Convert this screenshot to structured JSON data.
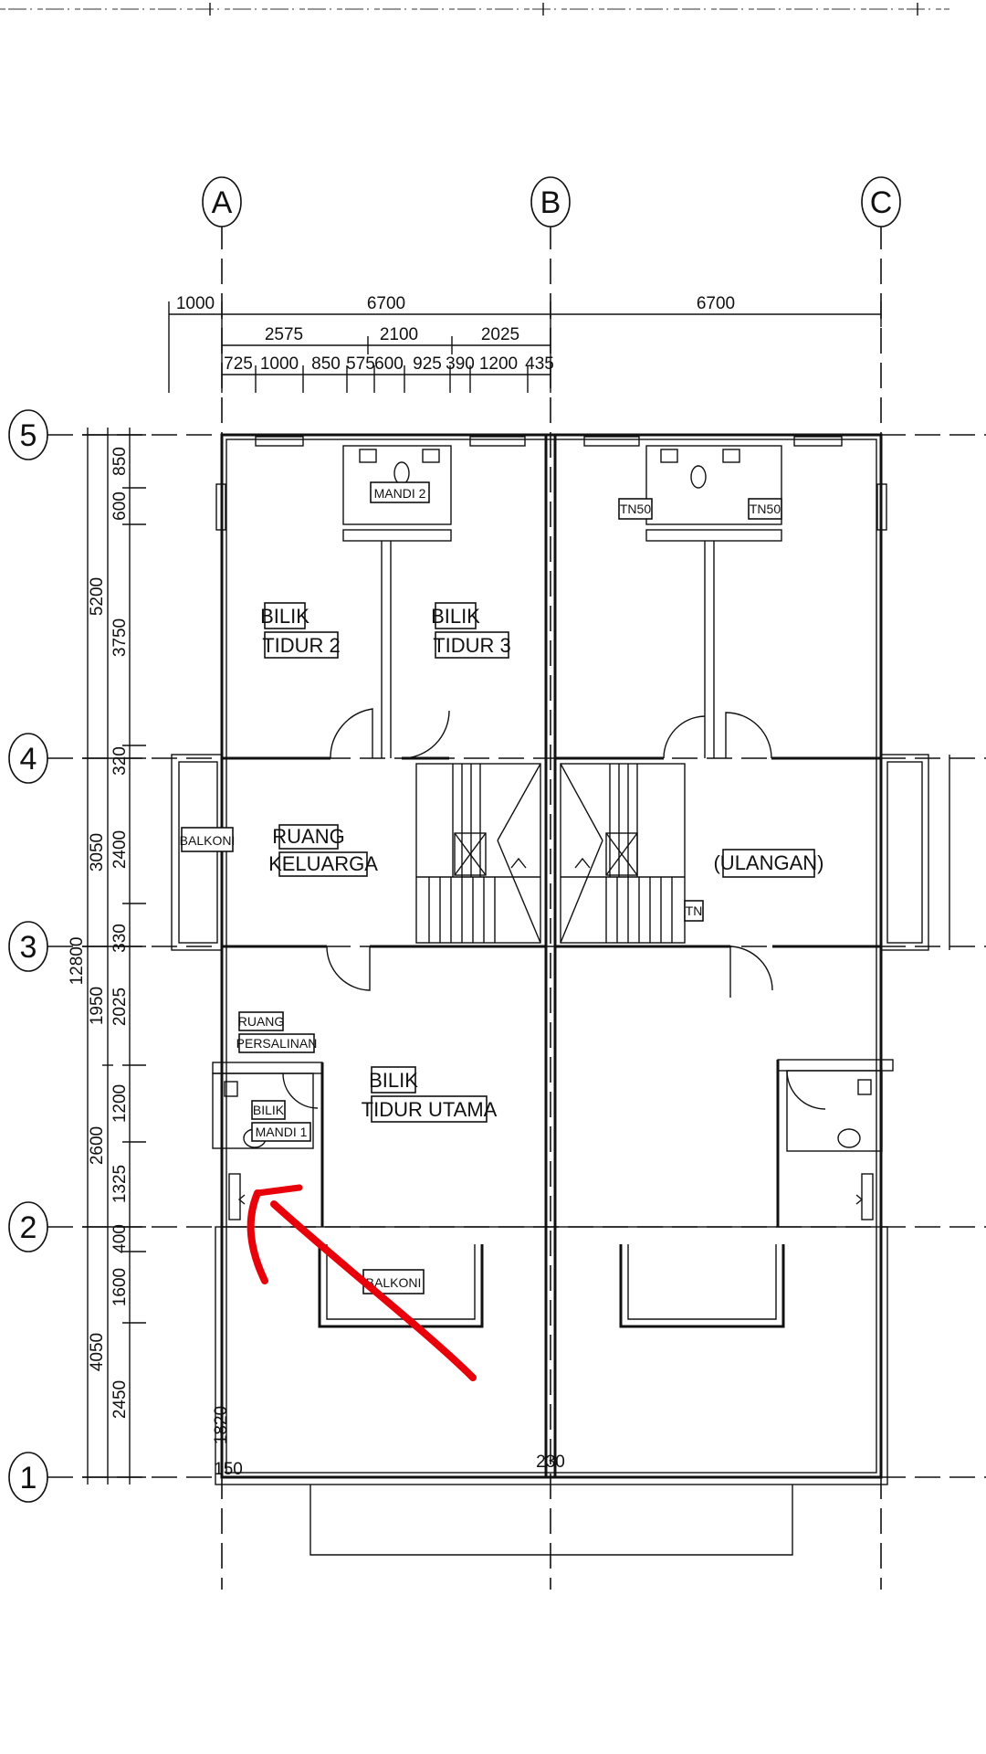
{
  "grid": {
    "columns": [
      "A",
      "B",
      "C"
    ],
    "rows": [
      "5",
      "4",
      "3",
      "2",
      "1"
    ]
  },
  "dims_top": {
    "overall": [
      "1000",
      "6700",
      "6700"
    ],
    "mid": [
      "2575",
      "2100",
      "2025"
    ],
    "detail": [
      "725",
      "1000",
      "850",
      "575",
      "600",
      "925",
      "390",
      "1200",
      "435"
    ]
  },
  "dims_left": {
    "total": "12800",
    "outer": [
      "5200",
      "3050",
      "1950",
      "2600",
      "4050"
    ],
    "inner": [
      "850",
      "600",
      "3750",
      "320",
      "2400",
      "330",
      "2025",
      "1200",
      "1325",
      "400",
      "1600",
      "2450"
    ]
  },
  "annotations": {
    "a1": "1820",
    "a2": "150",
    "a3": "230"
  },
  "rooms": {
    "mandi2": "MANDI 2",
    "tn50_left": "TN50",
    "tn50_right": "TN50",
    "bilik": "BILIK",
    "tidur2": "TIDUR 2",
    "tidur3": "TIDUR 3",
    "ruang": "RUANG",
    "keluarga": "KELUARGA",
    "balkoni_left": "BALKONI",
    "ulangan": "(ULANGAN)",
    "tn": "TN",
    "persalinan": "PERSALINAN",
    "tidur_utama": "TIDUR UTAMA",
    "mandi1": "MANDI 1",
    "balkoni_bottom": "BALKONI"
  },
  "colors": {
    "line": "#111111",
    "annotation_arrow": "#e8000b"
  }
}
